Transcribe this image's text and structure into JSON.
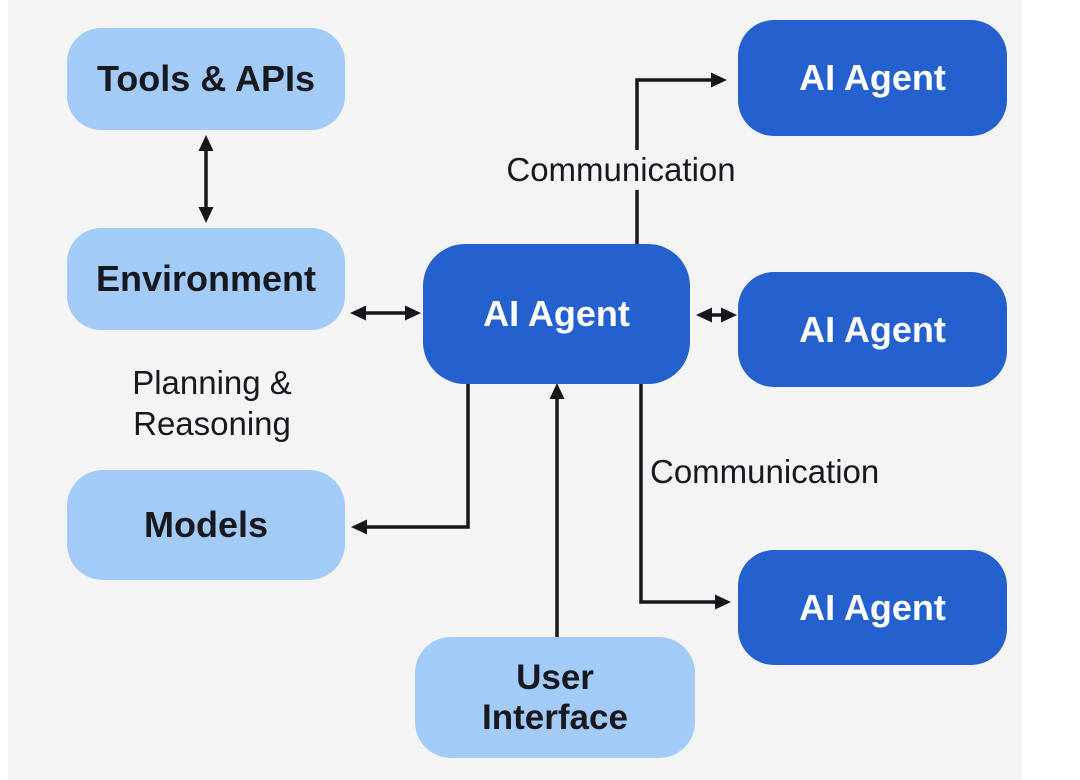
{
  "title": "AI Agent architecture diagram",
  "colors": {
    "background": "#F4F4F5",
    "margin": "#FFFFFF",
    "node_light": "#A2CBF7",
    "node_dark": "#2561CE",
    "text_dark": "#17191F",
    "text_light": "#FFFFFF",
    "arrow": "#15171C"
  },
  "nodes": {
    "tools_apis": {
      "label": "Tools & APIs"
    },
    "environment": {
      "label": "Environment"
    },
    "models": {
      "label": "Models"
    },
    "user_interface": {
      "label": "User\nInterface"
    },
    "agent_center": {
      "label": "AI Agent"
    },
    "agent_top_right": {
      "label": "AI Agent"
    },
    "agent_middle_right": {
      "label": "AI Agent"
    },
    "agent_bottom_right": {
      "label": "AI Agent"
    }
  },
  "annotations": {
    "planning_reasoning": {
      "label": "Planning &\nReasoning"
    },
    "communication_top": {
      "label": "Communication"
    },
    "communication_bottom": {
      "label": "Communication"
    }
  },
  "edges": [
    {
      "from": "tools_apis",
      "to": "environment",
      "direction": "bidirectional"
    },
    {
      "from": "environment",
      "to": "agent_center",
      "direction": "bidirectional"
    },
    {
      "from": "agent_center",
      "to": "agent_middle_right",
      "direction": "bidirectional"
    },
    {
      "from": "agent_center",
      "to": "agent_top_right",
      "direction": "forward",
      "label": "Communication"
    },
    {
      "from": "agent_center",
      "to": "agent_bottom_right",
      "direction": "forward",
      "label": "Communication"
    },
    {
      "from": "agent_center",
      "to": "models",
      "direction": "forward"
    },
    {
      "from": "user_interface",
      "to": "agent_center",
      "direction": "forward"
    }
  ]
}
